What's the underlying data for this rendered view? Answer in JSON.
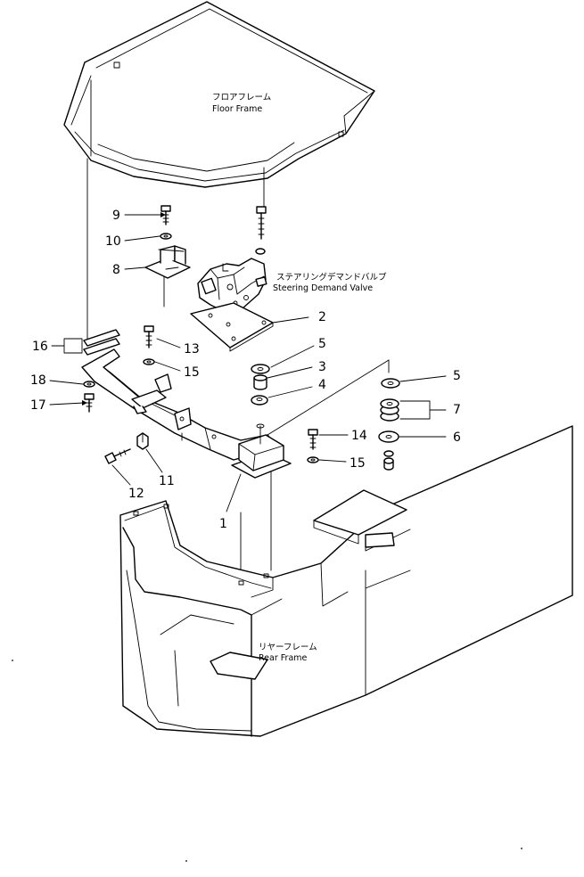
{
  "labels": {
    "floor_frame_jp": "フロアフレーム",
    "floor_frame_en": "Floor Frame",
    "valve_jp": "ステアリングデマンドバルブ",
    "valve_en": "Steering Demand Valve",
    "rear_frame_jp": "リヤーフレーム",
    "rear_frame_en": "Rear Frame"
  },
  "callouts": {
    "c1": "1",
    "c2": "2",
    "c3": "3",
    "c4": "4",
    "c5a": "5",
    "c5b": "5",
    "c6": "6",
    "c7": "7",
    "c8": "8",
    "c9": "9",
    "c10": "10",
    "c11": "11",
    "c12": "12",
    "c13": "13",
    "c14": "14",
    "c15a": "15",
    "c15b": "15",
    "c16": "16",
    "c17": "17",
    "c18": "18"
  }
}
